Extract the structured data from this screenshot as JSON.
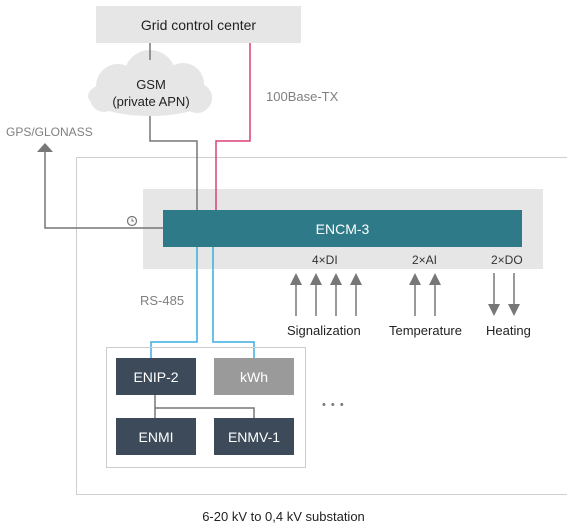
{
  "diagram": {
    "grid_center": "Grid control center",
    "gsm": {
      "line1": "GSM",
      "line2": "(private APN)"
    },
    "ethernet_label": "100Base-TX",
    "gps_label": "GPS/GLONASS",
    "controller": "ENCM-3",
    "io": {
      "di": "4×DI",
      "ai": "2×AI",
      "do": "2×DO"
    },
    "io_groups": {
      "signalization": "Signalization",
      "temperature": "Temperature",
      "heating": "Heating"
    },
    "bus_label": "RS-485",
    "devices": {
      "enip": "ENIP-2",
      "kwh": "kWh",
      "enmi": "ENMI",
      "enmv": "ENMV-1"
    },
    "more": "• • •",
    "substation": "6-20 kV to 0,4 kV substation",
    "colors": {
      "controller": "#2e7a89",
      "device_dark": "#3d4a5a",
      "device_grey": "#9a9a9a",
      "ethernet": "#d9417a",
      "rs485": "#3aaee0",
      "wire": "#777777",
      "box_bg": "#e6e6e6"
    }
  }
}
